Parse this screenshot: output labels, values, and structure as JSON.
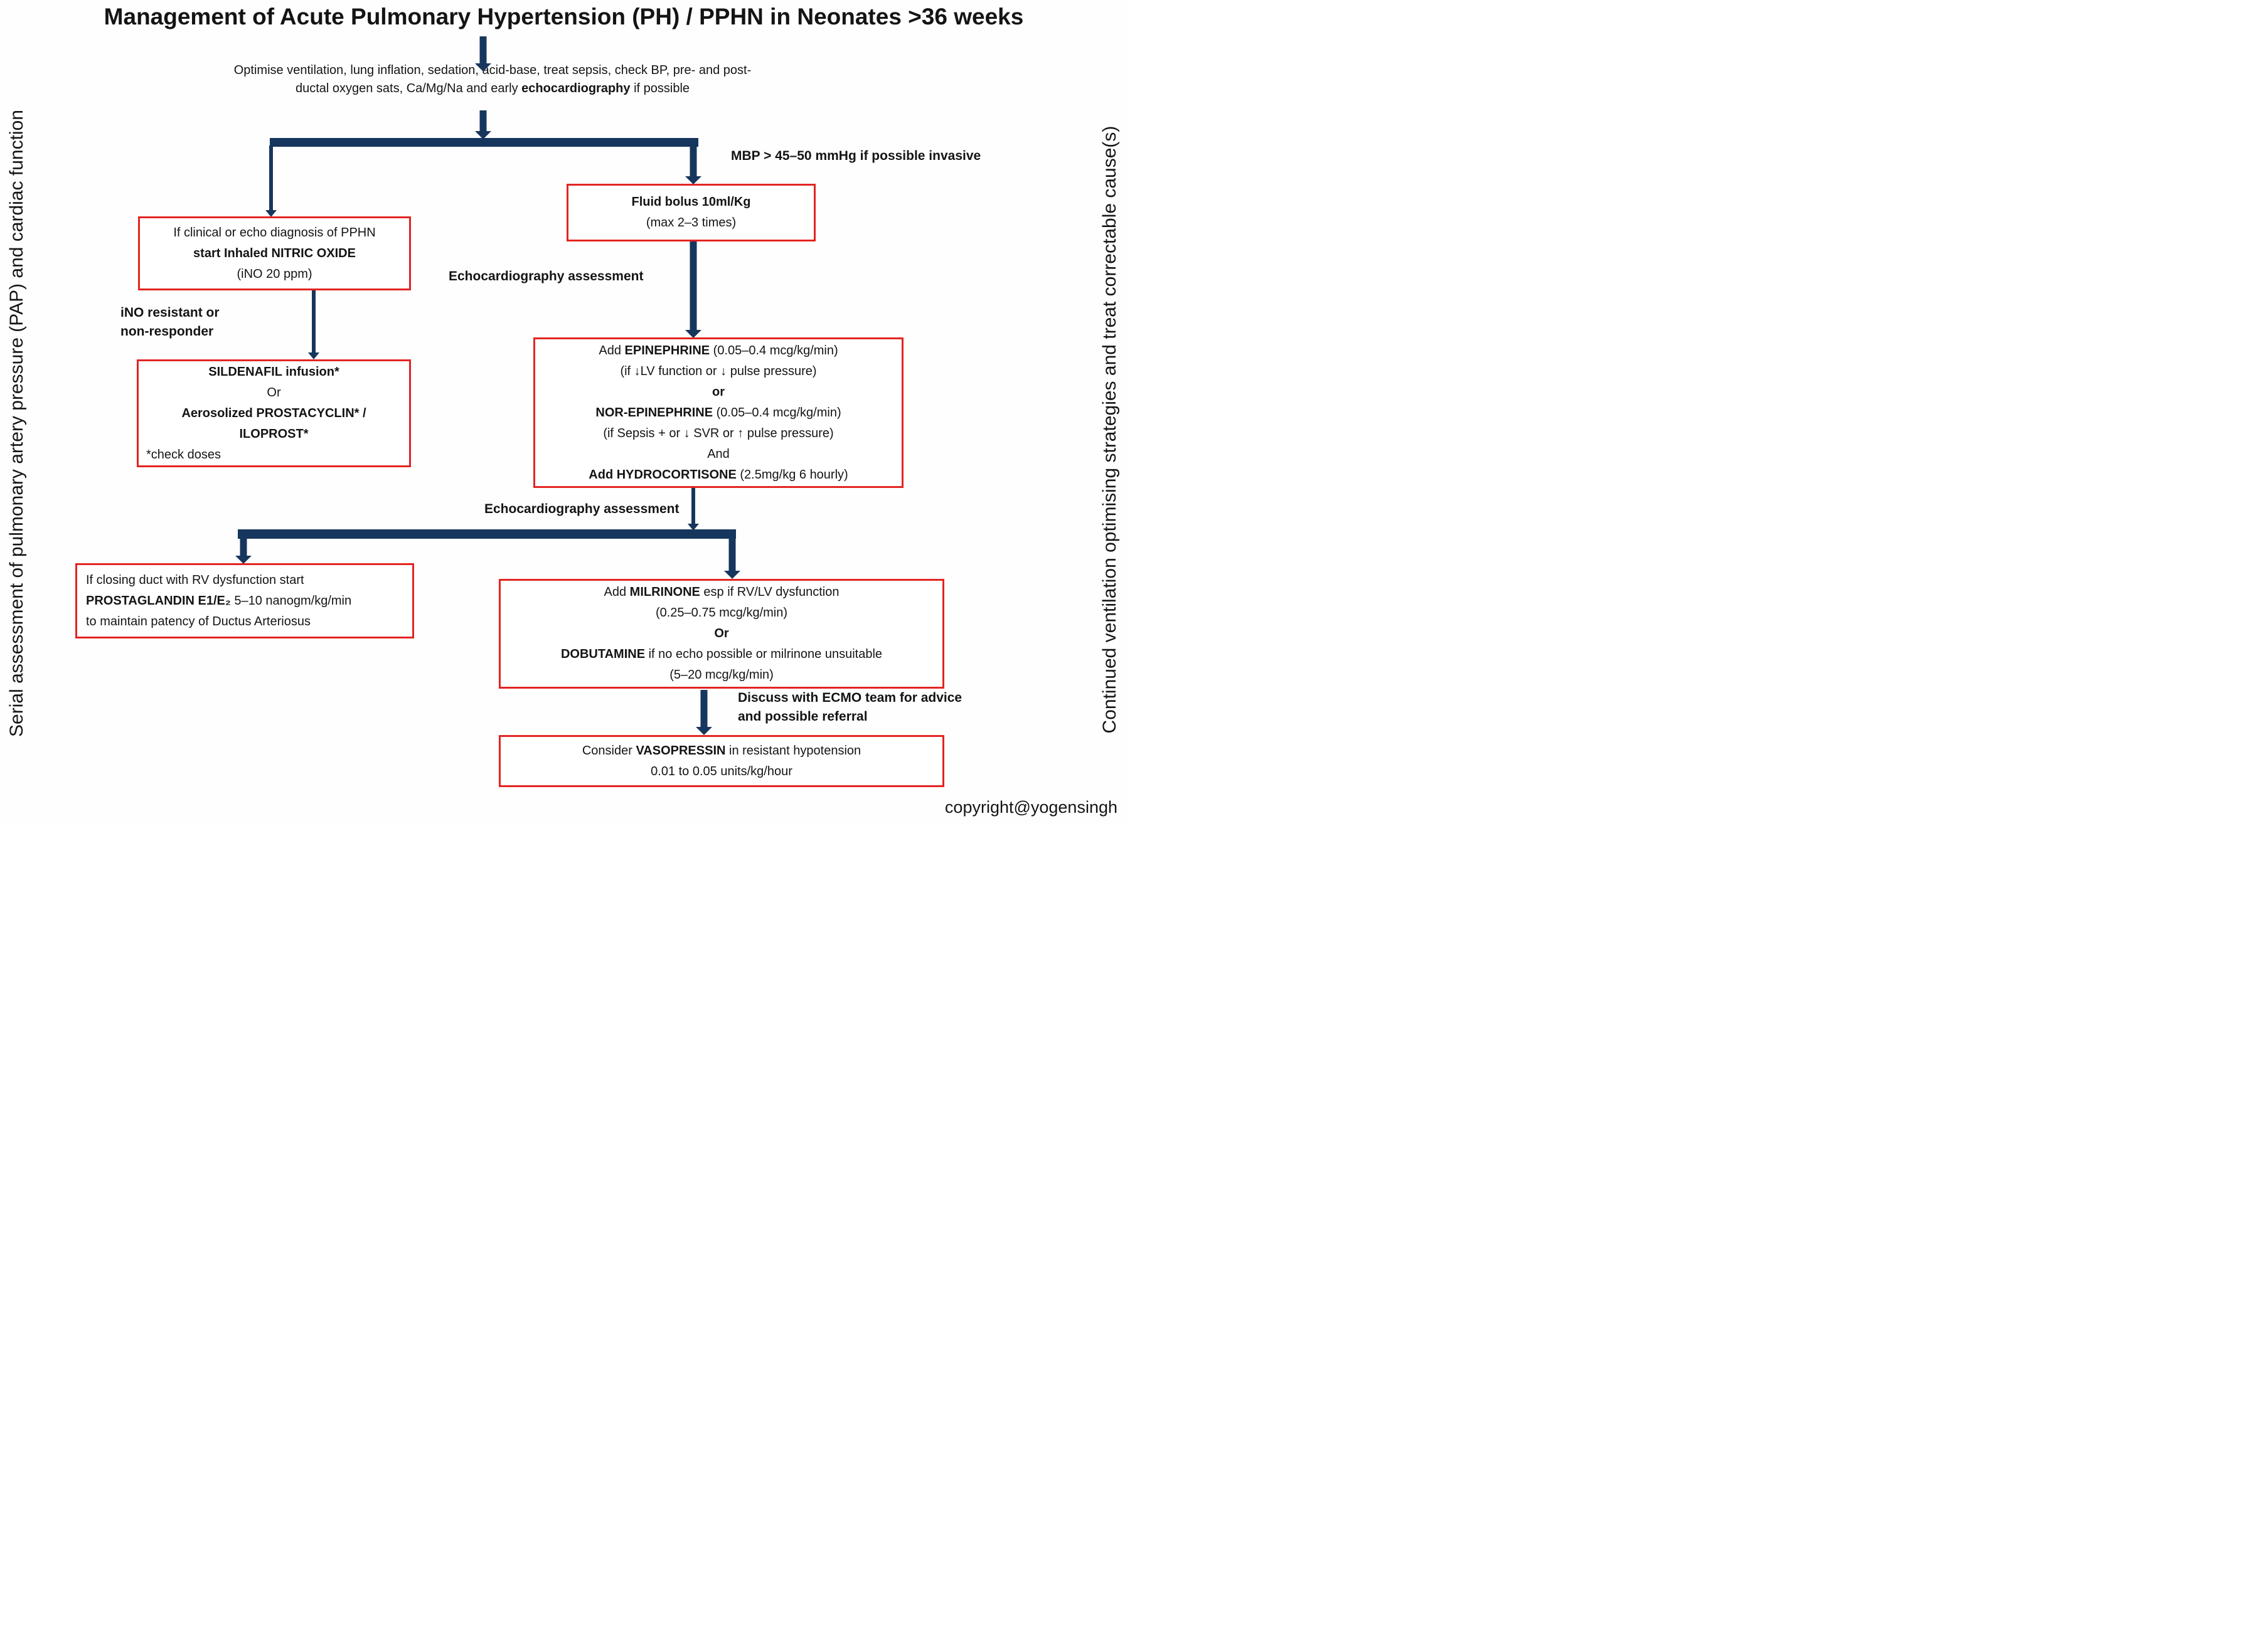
{
  "title": "Management of Acute Pulmonary Hypertension (PH) / PPHN in Neonates >36 weeks",
  "colors": {
    "arrow": "#17365d",
    "box-border": "#e32421",
    "text": "#141414",
    "background": "#fefefe"
  },
  "side_labels": {
    "left": "Serial assessment of pulmonary artery pressure (PAP) and cardiac function",
    "right": "Continued ventilation optimising strategies and treat correctable cause(s)"
  },
  "top_note": {
    "lines": [
      [
        {
          "t": "Optimise ventilation, lung inflation, sedation, acid-base, treat sepsis, check BP, pre- and post-",
          "b": false
        }
      ],
      [
        {
          "t": "ductal oxygen sats, Ca/Mg/Na and early ",
          "b": false
        },
        {
          "t": "echocardiography",
          "b": true
        },
        {
          "t": " if possible",
          "b": false
        }
      ]
    ]
  },
  "annotations": {
    "mbp": "MBP > 45–50 mmHg if possible invasive",
    "echo_assessment_1": "Echocardiography assessment",
    "echo_assessment_2": "Echocardiography assessment",
    "ino_resistant": [
      "iNO resistant or",
      "non-responder"
    ],
    "ecmo": [
      "Discuss with ECMO team for advice",
      "and possible referral"
    ],
    "copyright": "copyright@yogensingh"
  },
  "boxes": {
    "fluid_bolus": {
      "lines": [
        [
          {
            "t": "Fluid bolus 10ml/Kg",
            "b": true
          }
        ],
        [
          {
            "t": "(max 2–3 times)",
            "b": false
          }
        ]
      ]
    },
    "pphn": {
      "lines": [
        [
          {
            "t": "If clinical or echo diagnosis of PPHN",
            "b": false
          }
        ],
        [
          {
            "t": "start Inhaled NITRIC OXIDE",
            "b": true
          }
        ],
        [
          {
            "t": "(iNO 20 ppm)",
            "b": false
          }
        ]
      ]
    },
    "sildenafil": {
      "lines": [
        [
          {
            "t": "SILDENAFIL infusion*",
            "b": true
          }
        ],
        [
          {
            "t": "Or",
            "b": false
          }
        ],
        [
          {
            "t": "Aerosolized  PROSTACYCLIN* /",
            "b": true
          }
        ],
        [
          {
            "t": "ILOPROST*",
            "b": true
          }
        ],
        [
          {
            "t": "*check doses",
            "b": false
          }
        ]
      ]
    },
    "epinephrine": {
      "lines": [
        [
          {
            "t": "Add ",
            "b": false
          },
          {
            "t": "EPINEPHRINE",
            "b": true
          },
          {
            "t": " (0.05–0.4 mcg/kg/min)",
            "b": false
          }
        ],
        [
          {
            "t": "(if ↓LV function or ↓ pulse pressure)",
            "b": false
          }
        ],
        [
          {
            "t": "or",
            "b": true
          }
        ],
        [
          {
            "t": "NOR-EPINEPHRINE",
            "b": true
          },
          {
            "t": "  (0.05–0.4 mcg/kg/min)",
            "b": false
          }
        ],
        [
          {
            "t": "(if Sepsis + or ↓ SVR or ↑ pulse pressure)",
            "b": false
          }
        ],
        [
          {
            "t": "And",
            "b": false
          }
        ],
        [
          {
            "t": "Add HYDROCORTISONE",
            "b": true
          },
          {
            "t": "  (2.5mg/kg 6 hourly)",
            "b": false
          }
        ]
      ]
    },
    "prostaglandin": {
      "lines": [
        [
          {
            "t": "If closing duct with RV dysfunction start",
            "b": false
          }
        ],
        [
          {
            "t": "PROSTAGLANDIN E1/E₂",
            "b": true
          },
          {
            "t": " 5–10 nanogm/kg/min",
            "b": false
          }
        ],
        [
          {
            "t": "to maintain patency of Ductus Arteriosus",
            "b": false
          }
        ]
      ]
    },
    "milrinone": {
      "lines": [
        [
          {
            "t": "Add ",
            "b": false
          },
          {
            "t": "MILRINONE",
            "b": true
          },
          {
            "t": "  esp if RV/LV dysfunction",
            "b": false
          }
        ],
        [
          {
            "t": "(0.25–0.75 mcg/kg/min)",
            "b": false
          }
        ],
        [
          {
            "t": "Or",
            "b": true
          }
        ],
        [
          {
            "t": "DOBUTAMINE",
            "b": true
          },
          {
            "t": " if no echo possible or milrinone unsuitable",
            "b": false
          }
        ],
        [
          {
            "t": "(5–20 mcg/kg/min)",
            "b": false
          }
        ]
      ]
    },
    "vasopressin": {
      "lines": [
        [
          {
            "t": "Consider ",
            "b": false
          },
          {
            "t": "VASOPRESSIN",
            "b": true
          },
          {
            "t": " in resistant hypotension",
            "b": false
          }
        ],
        [
          {
            "t": "0.01 to 0.05 units/kg/hour",
            "b": false
          }
        ]
      ]
    }
  }
}
